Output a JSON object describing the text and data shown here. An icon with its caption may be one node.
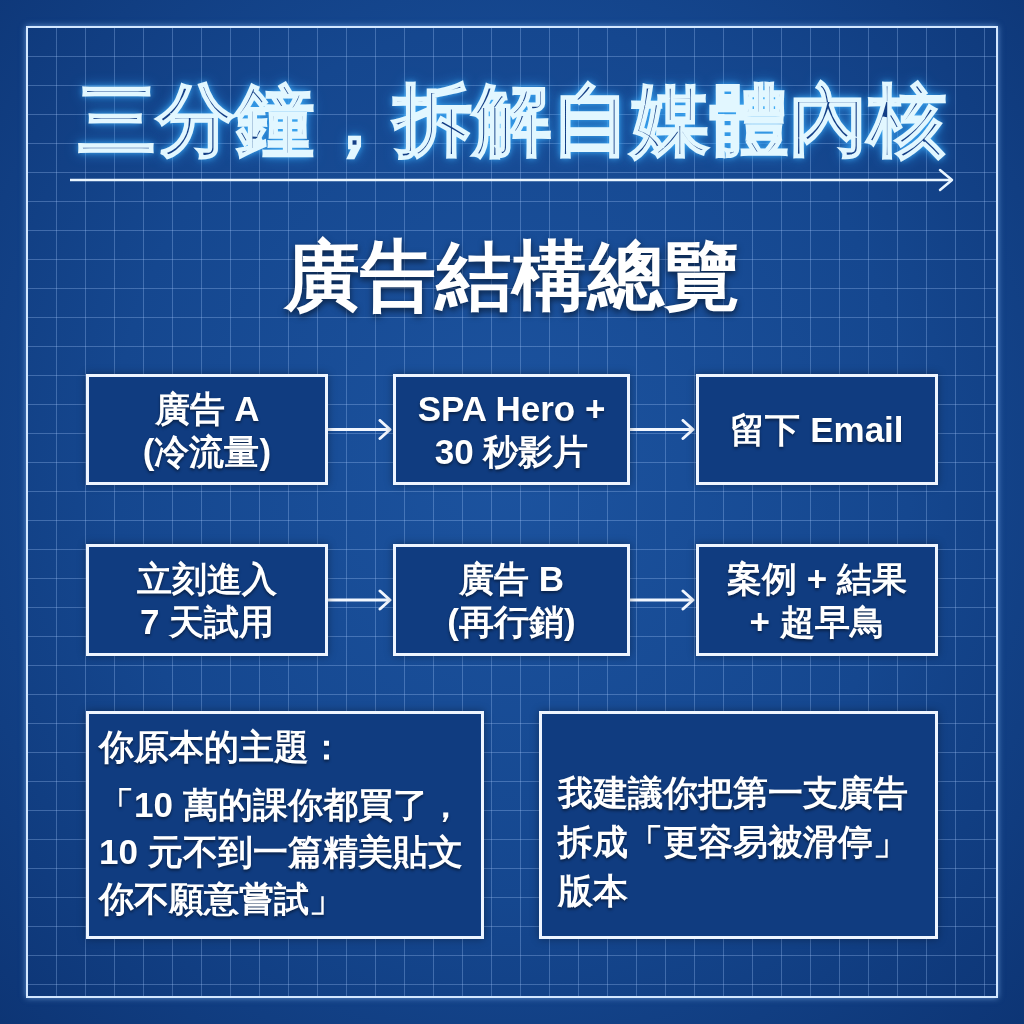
{
  "diagram": {
    "title": "三分鐘，拆解自媒體內核",
    "nodes": [
      {
        "text": [
          "廣告 A (冷流量)"
        ]
      },
      {
        "text": [
          "SPA Hero + 30 秒影片"
        ]
      },
      {
        "text": [
          "留下 Email"
        ]
      },
      {
        "text": [
          "立刻進入 7 天試用"
        ]
      },
      {
        "text": [
          "廣告 B (再行銷)"
        ]
      },
      {
        "text": [
          "案例 + 結果 + 超早鳥"
        ]
      },
      {
        "text": [
          "你原本的主題：",
          "「10 萬的課你都買了，10 元不到一篇精美貼文你不願意嘗試」"
        ]
      },
      {
        "text": [
          "我建議你把第一支廣告拆成「更容易被滑停」版本"
        ]
      }
    ],
    "edges": [
      {
        "from": 0,
        "to": 1,
        "arrow": "to"
      },
      {
        "from": 1,
        "to": 2,
        "arrow": "to"
      },
      {
        "from": 3,
        "to": 4,
        "arrow": "to"
      },
      {
        "from": 4,
        "to": 5,
        "arrow": "to"
      }
    ],
    "labels": [
      "廣告結構總覽"
    ]
  }
}
